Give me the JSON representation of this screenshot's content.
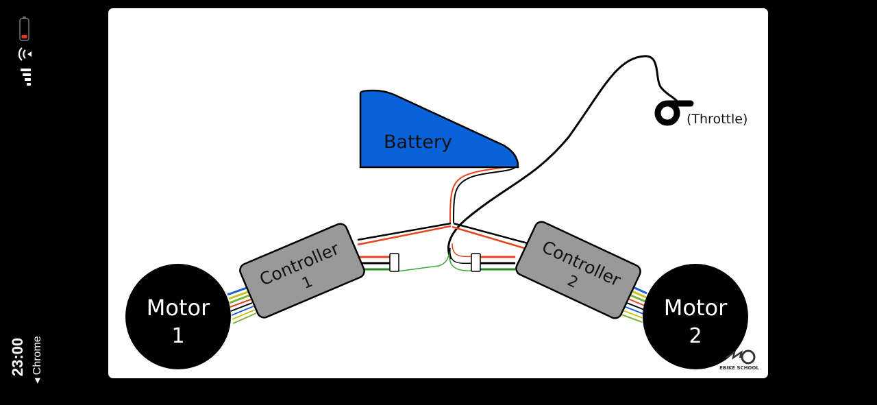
{
  "status_bar": {
    "time": "23:00",
    "back_app": "◂ Chrome",
    "battery_level": 0.2,
    "battery_color": "#e8352a"
  },
  "diagram": {
    "battery": {
      "label": "Battery",
      "color": "#0a62d8"
    },
    "throttle": {
      "label": "(Throttle)"
    },
    "controller_1": {
      "label_line1": "Controller",
      "label_line2": "1",
      "color": "#999999"
    },
    "controller_2": {
      "label_line1": "Controller",
      "label_line2": "2",
      "color": "#999999"
    },
    "motor_1": {
      "label_line1": "Motor",
      "label_line2": "1"
    },
    "motor_2": {
      "label_line1": "Motor",
      "label_line2": "2"
    },
    "logo": {
      "text": "EBIKE SCHOOL"
    },
    "wire_colors": {
      "positive": "#e8431c",
      "negative": "#000000",
      "signal": "#1e8a1e",
      "phase_blue": "#1e5fd0",
      "phase_yellow": "#c8c21a",
      "phase_green": "#7ab33a"
    }
  }
}
